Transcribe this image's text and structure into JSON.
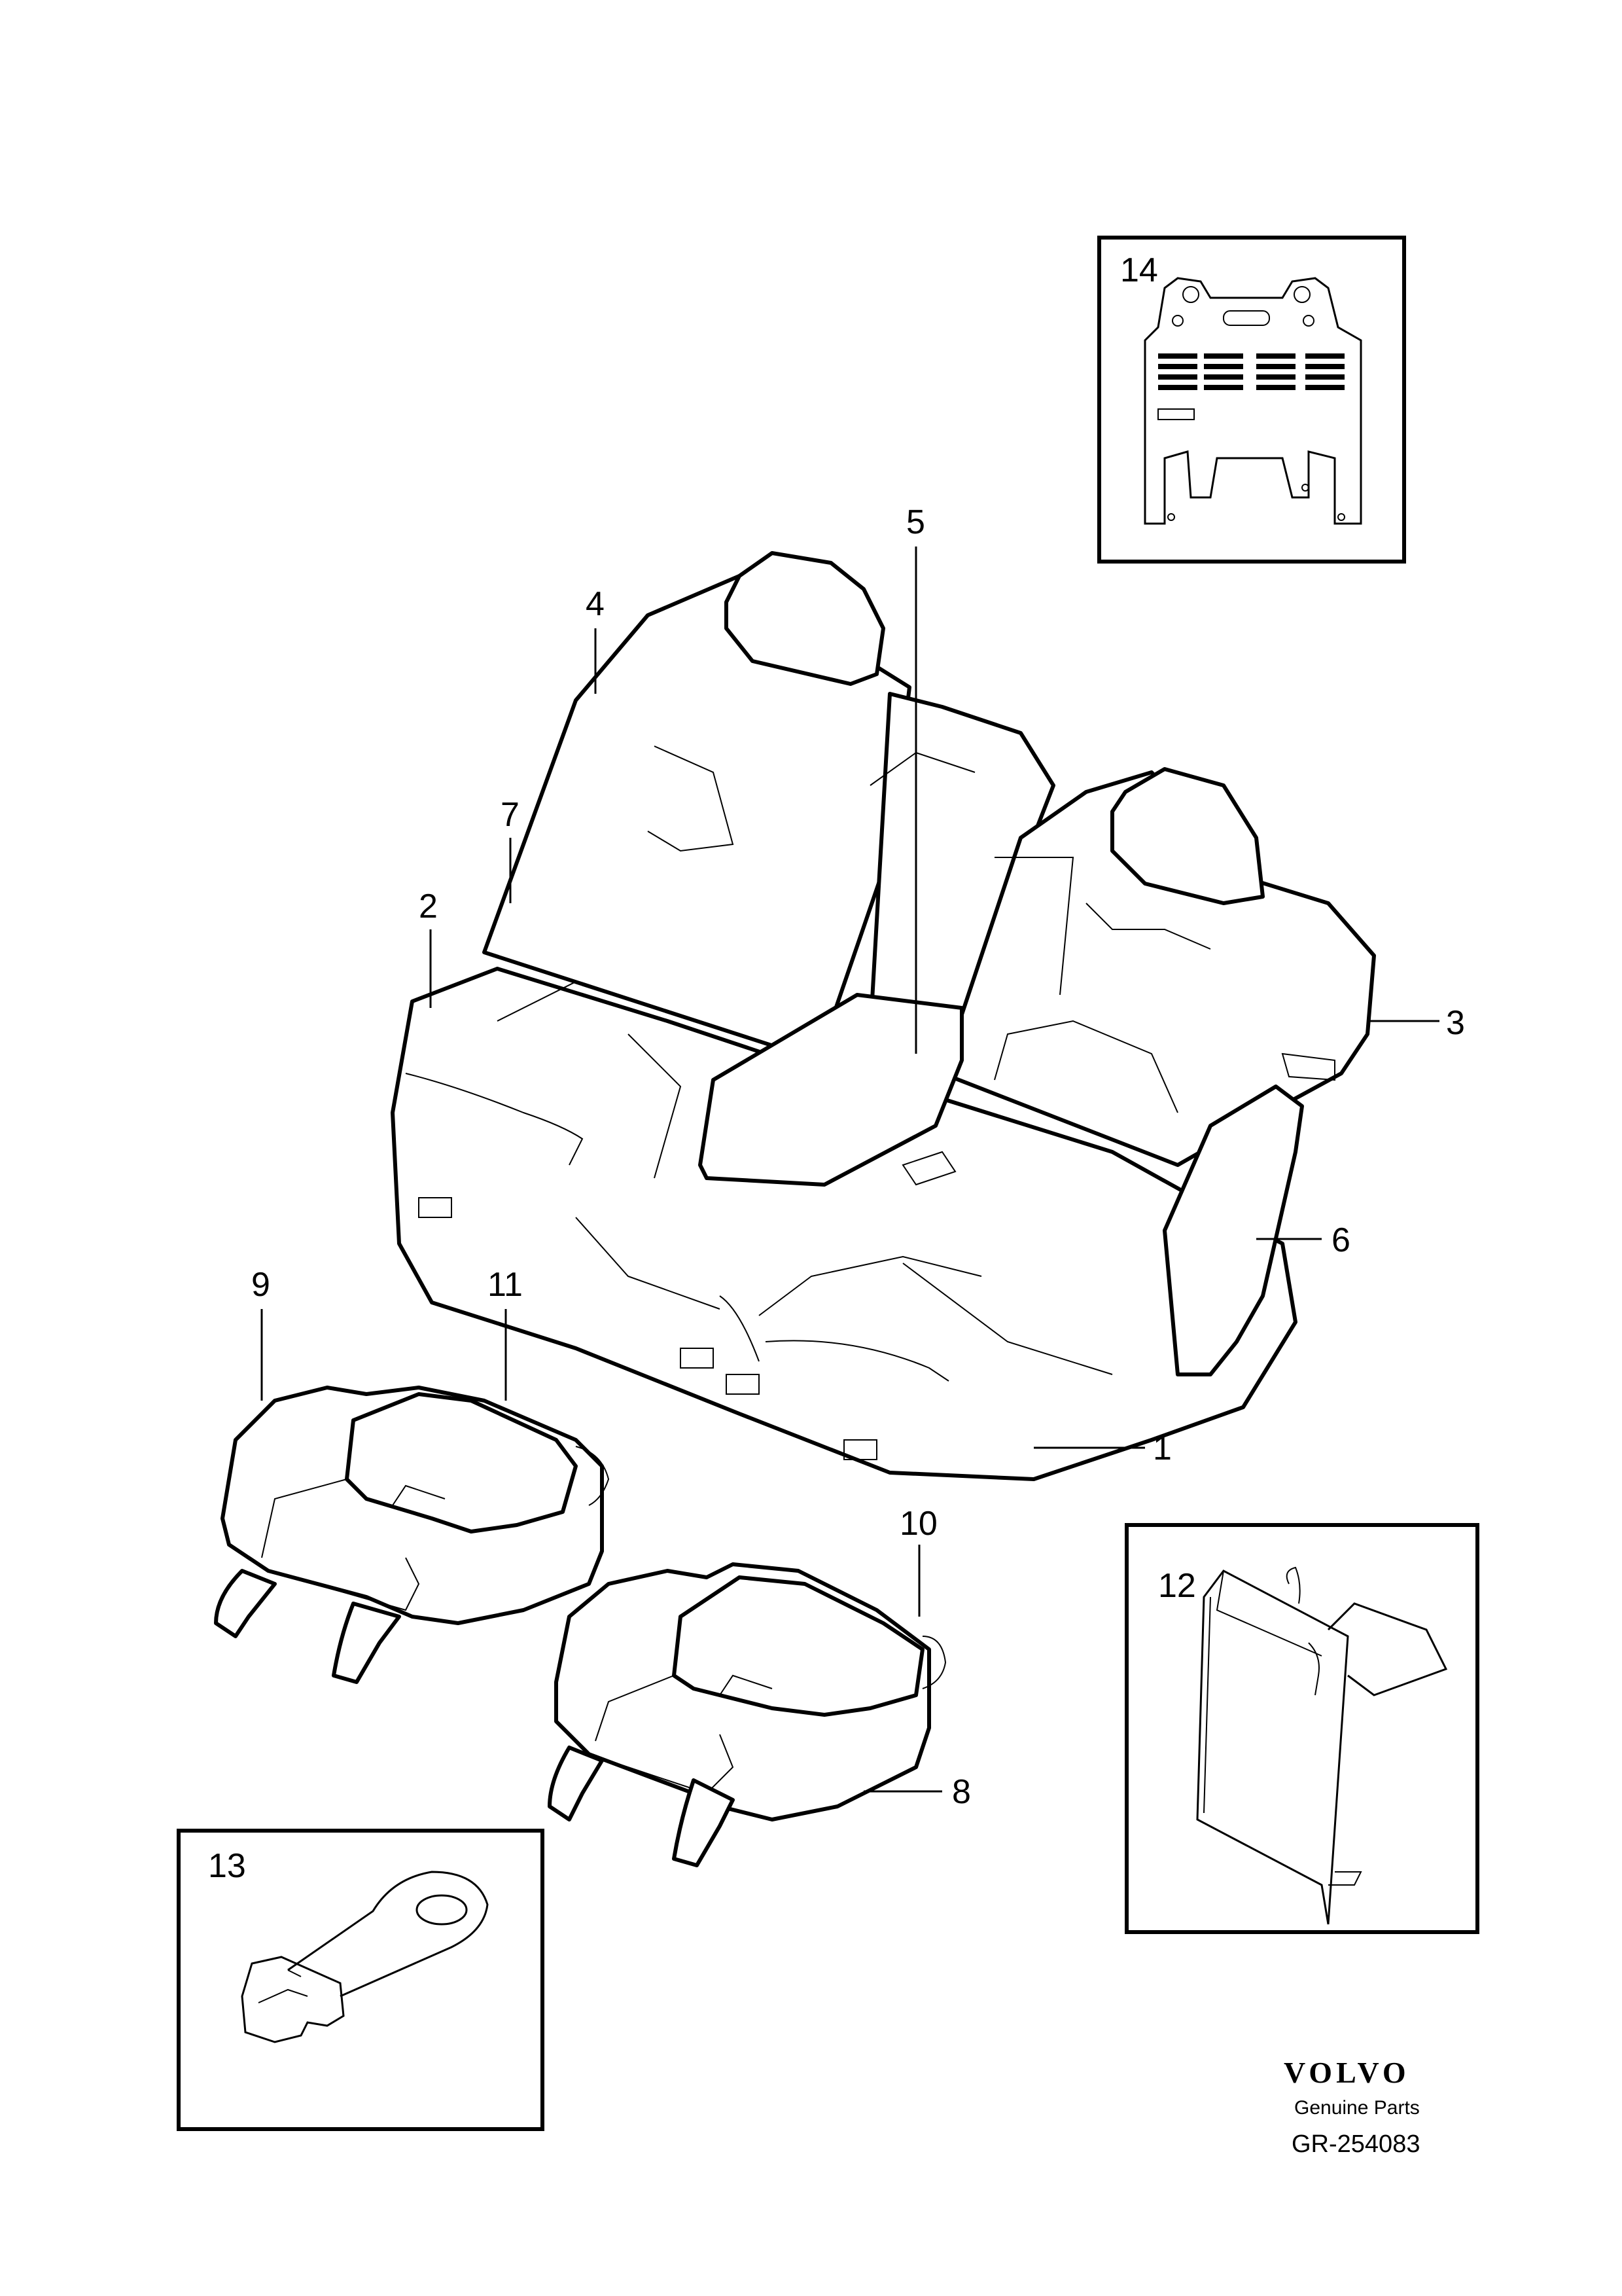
{
  "diagram": {
    "callouts": [
      "1",
      "2",
      "3",
      "4",
      "5",
      "6",
      "7",
      "8",
      "9",
      "10",
      "11",
      "12",
      "13",
      "14"
    ]
  },
  "brand": {
    "logo_text": "VOLVO",
    "subtitle": "Genuine Parts",
    "drawing_number": "GR-254083"
  }
}
